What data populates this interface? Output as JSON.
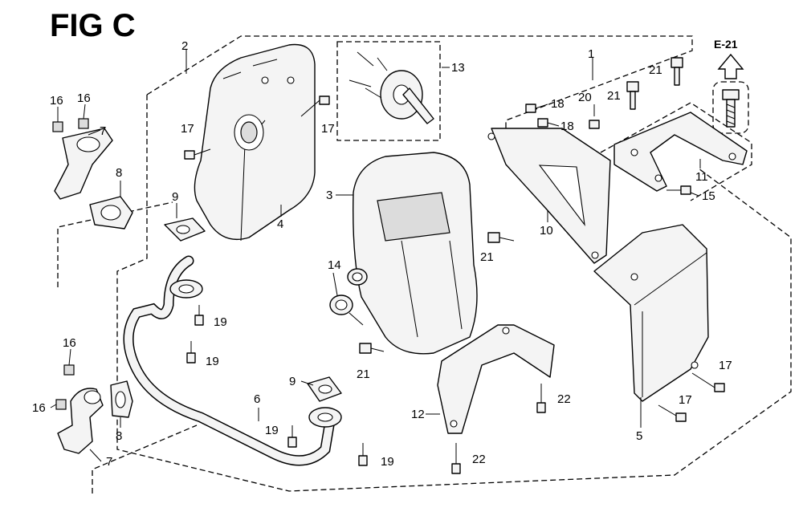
{
  "figure": {
    "title": "FIG C",
    "reference": "E-21"
  },
  "callouts": [
    "1",
    "2",
    "3",
    "4",
    "5",
    "6",
    "7",
    "8",
    "9",
    "10",
    "11",
    "12",
    "13",
    "14",
    "15",
    "16",
    "17",
    "18",
    "19",
    "20",
    "21",
    "22"
  ]
}
